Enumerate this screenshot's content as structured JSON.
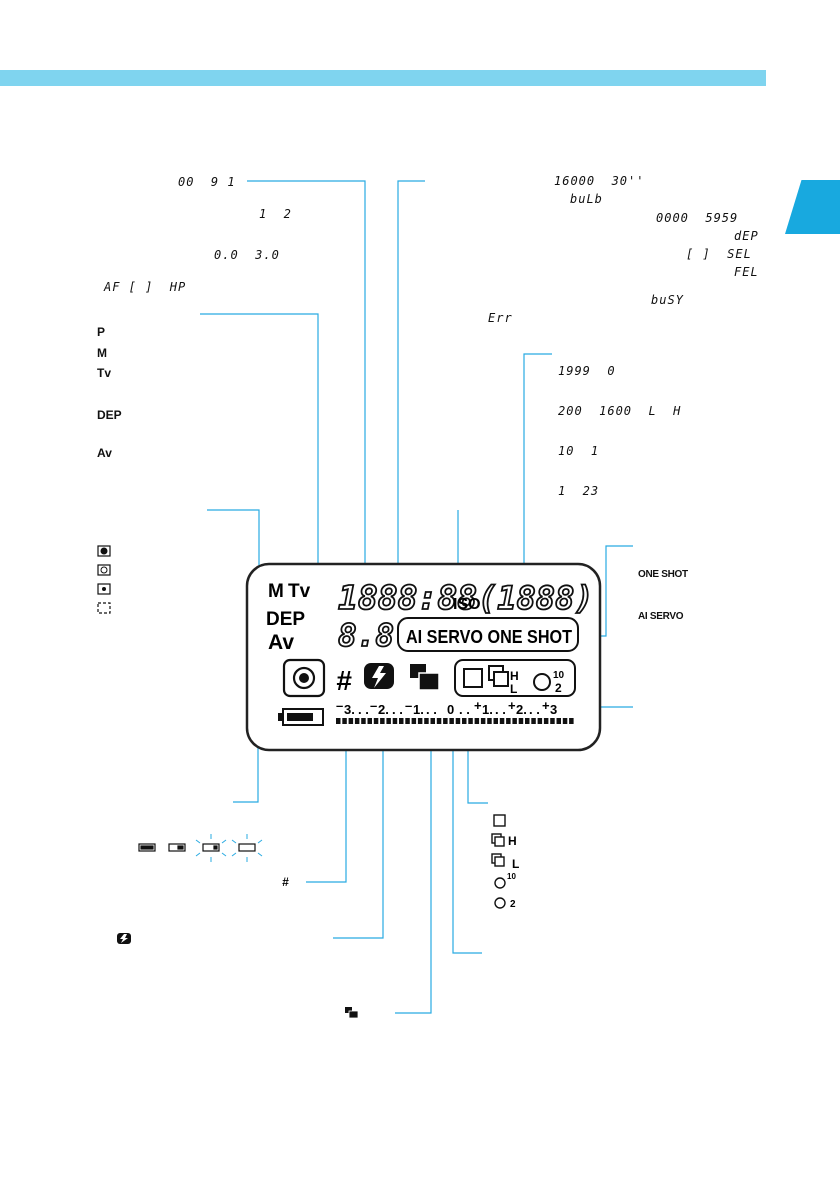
{
  "colors": {
    "accent_bar": "#7fd4ef",
    "side_tab": "#18a9df",
    "leader_line": "#29abe2",
    "lcd_border": "#222222"
  },
  "left_readouts": {
    "af_points": "00  9 1",
    "af_count": "1  2",
    "aperture": "0.0  3.0",
    "af_mode": "AF [ ]  HP"
  },
  "mode_list": [
    "P",
    "M",
    "Tv",
    "DEP",
    "Av"
  ],
  "right_readouts": {
    "shutter": "16000  30''",
    "bulb": "buLb",
    "time": "0000  5959",
    "dep": "dEP",
    "sel": "[ ]  SEL",
    "fel": "FEL",
    "busy": "buSY",
    "err": "Err"
  },
  "iso_readouts": {
    "r1": "1999  0",
    "r2": "200  1600  L  H",
    "r3": "10  1",
    "r4": "1  23"
  },
  "af_callouts": {
    "one_shot": "ONE SHOT",
    "ai_servo": "AI SERVO"
  },
  "lcd": {
    "mode_m": "M",
    "mode_tv": "Tv",
    "mode_dep": "DEP",
    "mode_av": "Av",
    "shutter_digits": "1888:88",
    "iso_label": "ISO",
    "iso_digits": "(1888)",
    "aperture_digits": "8.8",
    "af_mode_label": "AI SERVO ONE SHOT",
    "hash": "#",
    "drive_h": "H",
    "drive_l": "L",
    "timer_10": "10",
    "timer_2": "2",
    "scale": {
      "minus3": "3.",
      "minus2": "2.",
      "minus1": "1.",
      "zero": "0",
      "plus1": "1.",
      "plus2": "2.",
      "plus3": "3",
      "dots": ". .",
      "minus_sign": "–",
      "plus_sign": "+"
    }
  },
  "bottom_legend": {
    "hash": "#",
    "drive_h": "H",
    "drive_l": "L",
    "timer_10": "10",
    "timer_2": "2"
  }
}
